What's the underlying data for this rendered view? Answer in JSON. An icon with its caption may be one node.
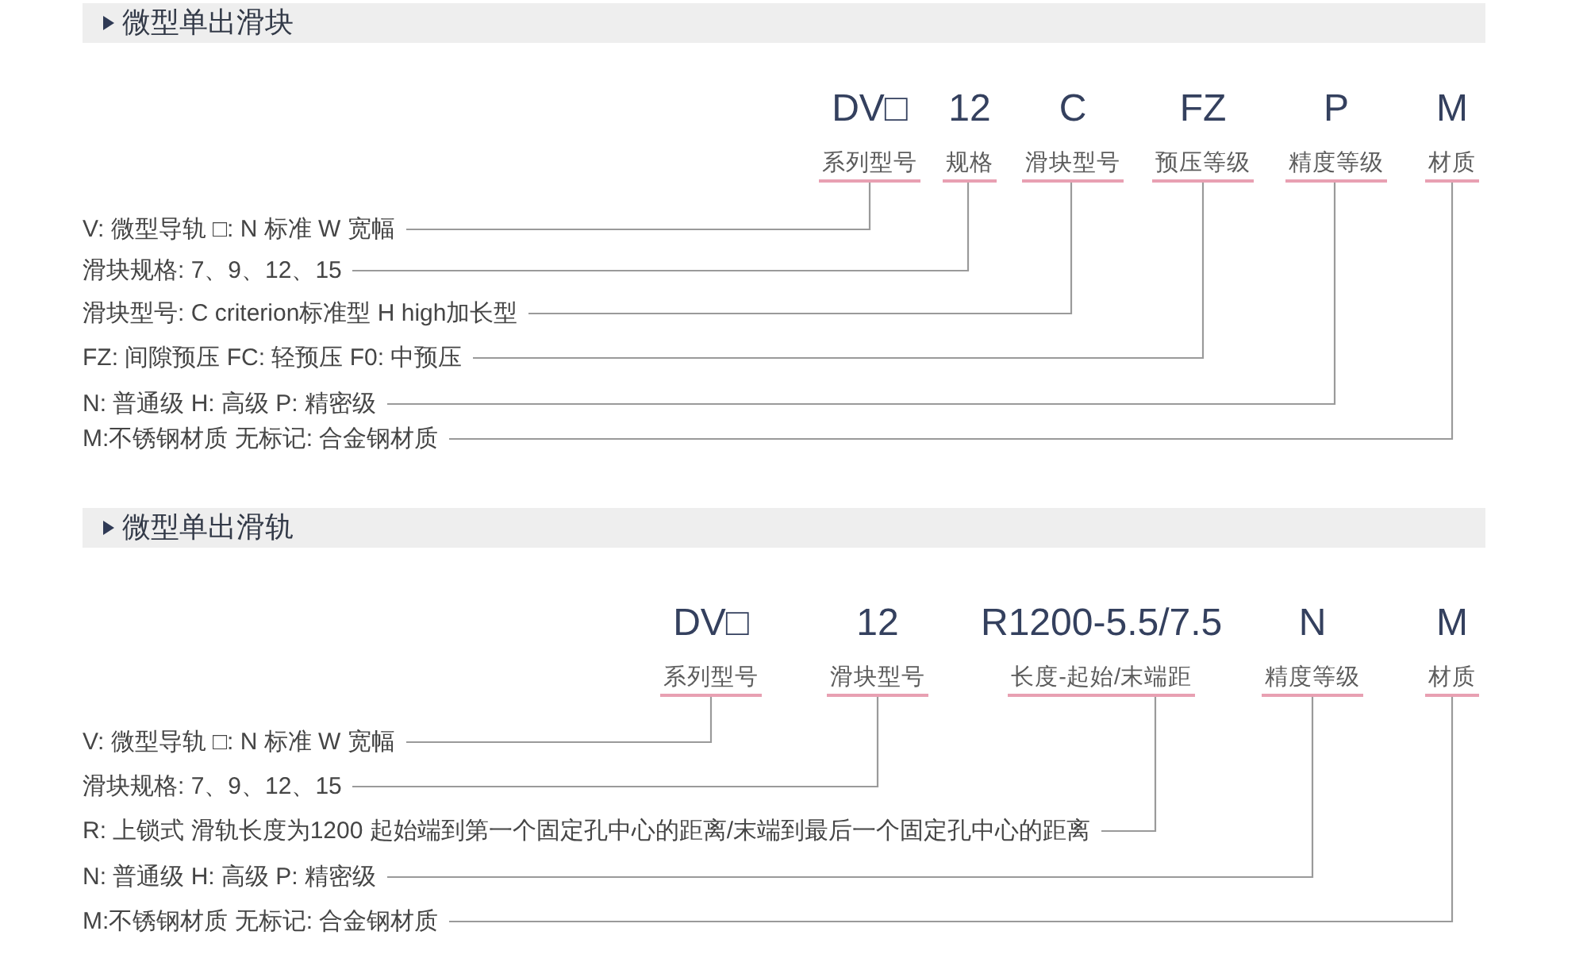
{
  "diagram": {
    "nodes": [
      {
        "text": [
          "微型单出滑块"
        ]
      },
      {
        "text": [
          "DV□",
          "系列型号"
        ]
      },
      {
        "text": [
          "12",
          "规格"
        ]
      },
      {
        "text": [
          "C",
          "滑块型号"
        ]
      },
      {
        "text": [
          "FZ",
          "预压等级"
        ]
      },
      {
        "text": [
          "P",
          "精度等级"
        ]
      },
      {
        "text": [
          "M",
          "材质"
        ]
      },
      {
        "text": [
          "V: 微型导轨 □: N 标准 W 宽幅"
        ]
      },
      {
        "text": [
          "滑块规格: 7、9、12、15"
        ]
      },
      {
        "text": [
          "滑块型号: C criterion标准型 H high加长型"
        ]
      },
      {
        "text": [
          "FZ: 间隙预压 FC: 轻预压 F0: 中预压"
        ]
      },
      {
        "text": [
          "N: 普通级 H: 高级 P: 精密级"
        ]
      },
      {
        "text": [
          "M:不锈钢材质 无标记: 合金钢材质"
        ]
      },
      {
        "text": [
          "微型单出滑轨"
        ]
      },
      {
        "text": [
          "DV□",
          "系列型号"
        ]
      },
      {
        "text": [
          "12",
          "滑块型号"
        ]
      },
      {
        "text": [
          "R1200-5.5/7.5",
          "长度-起始/末端距"
        ]
      },
      {
        "text": [
          "N",
          "精度等级"
        ]
      },
      {
        "text": [
          "M",
          "材质"
        ]
      },
      {
        "text": [
          "V: 微型导轨 □: N 标准 W 宽幅"
        ]
      },
      {
        "text": [
          "滑块规格: 7、9、12、15"
        ]
      },
      {
        "text": [
          "R: 上锁式 滑轨长度为1200 起始端到第一个固定孔中心的距离/末端到最后一个固定孔中心的距离"
        ]
      },
      {
        "text": [
          "N: 普通级 H: 高级 P: 精密级"
        ]
      },
      {
        "text": [
          "M:不锈钢材质 无标记: 合金钢材质"
        ]
      }
    ],
    "edges": [
      {
        "from": 7,
        "to": 1,
        "arrow": "none"
      },
      {
        "from": 8,
        "to": 2,
        "arrow": "none"
      },
      {
        "from": 9,
        "to": 3,
        "arrow": "none"
      },
      {
        "from": 10,
        "to": 4,
        "arrow": "none"
      },
      {
        "from": 11,
        "to": 5,
        "arrow": "none"
      },
      {
        "from": 12,
        "to": 6,
        "arrow": "none"
      },
      {
        "from": 19,
        "to": 14,
        "arrow": "none"
      },
      {
        "from": 20,
        "to": 15,
        "arrow": "none"
      },
      {
        "from": 21,
        "to": 16,
        "arrow": "none"
      },
      {
        "from": 22,
        "to": 17,
        "arrow": "none"
      },
      {
        "from": 23,
        "to": 18,
        "arrow": "none"
      }
    ]
  }
}
